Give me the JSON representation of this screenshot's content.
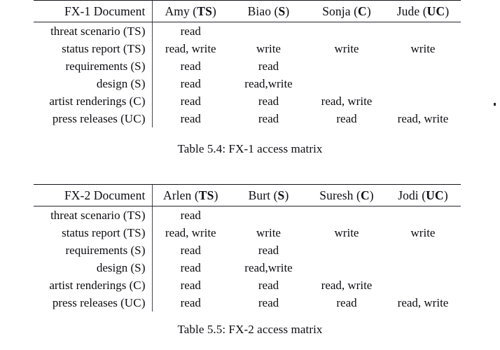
{
  "document": {
    "type": "academic-table-figure",
    "background_color": "#ffffff",
    "text_color": "#0d0d12",
    "rule_color": "#15151b"
  },
  "tables": [
    {
      "id": "fx-1-access-matrix",
      "columns": [
        {
          "name": "FX-1 Document",
          "clearance": "",
          "align": "right"
        },
        {
          "name": "Amy",
          "clearance": "TS",
          "align": "center"
        },
        {
          "name": "Biao",
          "clearance": "S",
          "align": "center"
        },
        {
          "name": "Sonja",
          "clearance": "C",
          "align": "center"
        },
        {
          "name": "Jude",
          "clearance": "UC",
          "align": "center"
        }
      ],
      "rows": [
        {
          "document": "threat scenario",
          "classification": "TS",
          "cells": [
            "read",
            "",
            "",
            ""
          ]
        },
        {
          "document": "status report",
          "classification": "TS",
          "cells": [
            "read, write",
            "write",
            "write",
            "write"
          ]
        },
        {
          "document": "requirements",
          "classification": "S",
          "cells": [
            "read",
            "read",
            "",
            ""
          ]
        },
        {
          "document": "design",
          "classification": "S",
          "cells": [
            "read",
            "read,write",
            "",
            ""
          ]
        },
        {
          "document": "artist renderings",
          "classification": "C",
          "cells": [
            "read",
            "read",
            "read, write",
            ""
          ]
        },
        {
          "document": "press releases",
          "classification": "UC",
          "cells": [
            "read",
            "read",
            "read",
            "read, write"
          ]
        }
      ],
      "caption": "Table 5.4: FX-1 access matrix"
    },
    {
      "id": "fx-2-access-matrix",
      "columns": [
        {
          "name": "FX-2 Document",
          "clearance": "",
          "align": "right"
        },
        {
          "name": "Arlen",
          "clearance": "TS",
          "align": "center"
        },
        {
          "name": "Burt",
          "clearance": "S",
          "align": "center"
        },
        {
          "name": "Suresh",
          "clearance": "C",
          "align": "center"
        },
        {
          "name": "Jodi",
          "clearance": "UC",
          "align": "center"
        }
      ],
      "rows": [
        {
          "document": "threat scenario",
          "classification": "TS",
          "cells": [
            "read",
            "",
            "",
            ""
          ]
        },
        {
          "document": "status report",
          "classification": "TS",
          "cells": [
            "read, write",
            "write",
            "write",
            "write"
          ]
        },
        {
          "document": "requirements",
          "classification": "S",
          "cells": [
            "read",
            "read",
            "",
            ""
          ]
        },
        {
          "document": "design",
          "classification": "S",
          "cells": [
            "read",
            "read,write",
            "",
            ""
          ]
        },
        {
          "document": "artist renderings",
          "classification": "C",
          "cells": [
            "read",
            "read",
            "read, write",
            ""
          ]
        },
        {
          "document": "press releases",
          "classification": "UC",
          "cells": [
            "read",
            "read",
            "read",
            "read, write"
          ]
        }
      ],
      "caption": "Table 5.5: FX-2 access matrix"
    }
  ]
}
